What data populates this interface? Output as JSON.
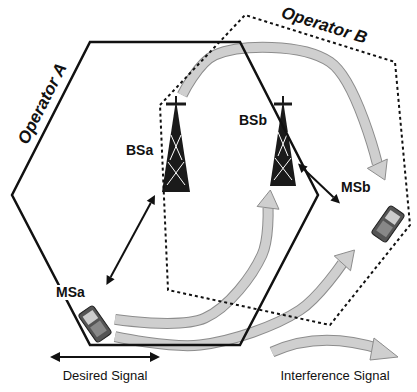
{
  "diagram": {
    "nodes": [
      {
        "text": [
          "Operator A"
        ]
      },
      {
        "text": [
          "Operator B"
        ]
      },
      {
        "text": [
          "BSa"
        ],
        "in": 0
      },
      {
        "text": [
          "MSa"
        ],
        "in": 0
      },
      {
        "text": [
          "BSb"
        ],
        "in": 1
      },
      {
        "text": [
          "MSb"
        ],
        "in": 1
      }
    ],
    "edges": [
      {
        "from": 3,
        "to": 2,
        "arrow": "both"
      },
      {
        "from": 4,
        "to": 5,
        "arrow": "both"
      },
      {
        "from": 2,
        "to": 5,
        "arrow": "to"
      },
      {
        "from": 3,
        "to": 4,
        "arrow": "to"
      },
      {
        "from": 3,
        "to": 5,
        "arrow": "to"
      }
    ],
    "legend": [
      {
        "text": "Desired Signal"
      },
      {
        "text": "Interference Signal"
      }
    ]
  }
}
